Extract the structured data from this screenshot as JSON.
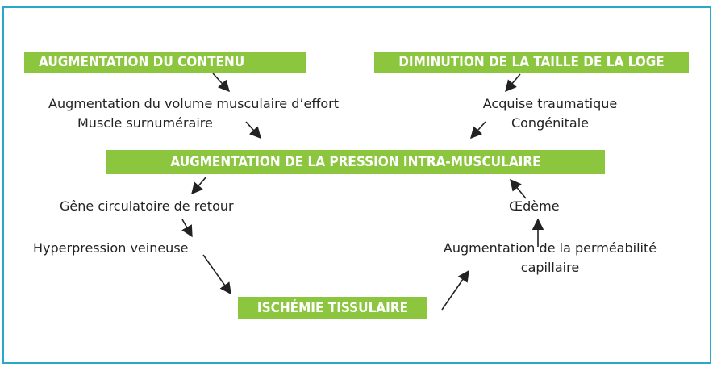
{
  "colors": {
    "box": "#8cc63f",
    "frame": "#29a8c9",
    "text": "#222222",
    "arrow": "#222222"
  },
  "boxes": {
    "contenu": "AUGMENTATION DU CONTENU",
    "loge": "DIMINUTION DE LA TAILLE DE LA LOGE",
    "pression": "AUGMENTATION DE LA PRESSION INTRA-MUSCULAIRE",
    "ischemie": "ISCHÉMIE TISSULAIRE"
  },
  "labels": {
    "volume": "Augmentation du volume musculaire d’effort",
    "surnumeraire": "Muscle surnuméraire",
    "traumatique": "Acquise traumatique",
    "congenitale": "Congénitale",
    "gene": "Gêne circulatoire de retour",
    "hyperpression": "Hyperpression veineuse",
    "permeabilite": "Augmentation de la perméabilité",
    "capillaire": "capillaire",
    "oedeme": "Œdème"
  }
}
